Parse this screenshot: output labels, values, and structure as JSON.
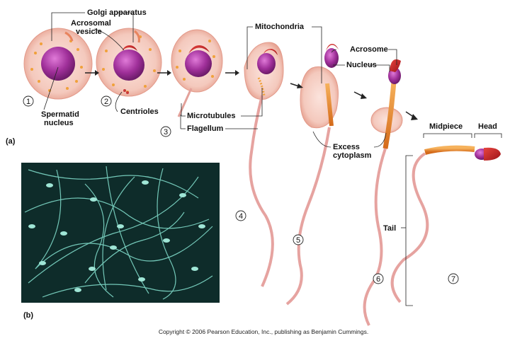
{
  "panels": {
    "a": "(a)",
    "b": "(b)"
  },
  "steps": [
    "1",
    "2",
    "3",
    "4",
    "5",
    "6",
    "7"
  ],
  "labels": {
    "golgi": "Golgi apparatus",
    "acrosomal_1": "Acrosomal",
    "acrosomal_2": "vesicle",
    "spermatid_1": "Spermatid",
    "spermatid_2": "nucleus",
    "centrioles": "Centrioles",
    "microtubules": "Microtubules",
    "flagellum": "Flagellum",
    "mitochondria": "Mitochondria",
    "acrosome": "Acrosome",
    "nucleus": "Nucleus",
    "excess_1": "Excess",
    "excess_2": "cytoplasm",
    "midpiece": "Midpiece",
    "head": "Head",
    "tail": "Tail"
  },
  "copyright": "Copyright © 2006 Pearson Education, Inc., publishing as Benjamin Cummings.",
  "colors": {
    "cytoplasm": "#f4cfc6",
    "cytoplasm_edge": "#e39a8a",
    "nucleus": "#a0309a",
    "acrosome": "#c4202a",
    "midpiece": "#e8852a",
    "tail": "#e6a3a0",
    "micrograph_bg": "#0e2c2a",
    "micrograph_fg": "#7fd9c8"
  }
}
